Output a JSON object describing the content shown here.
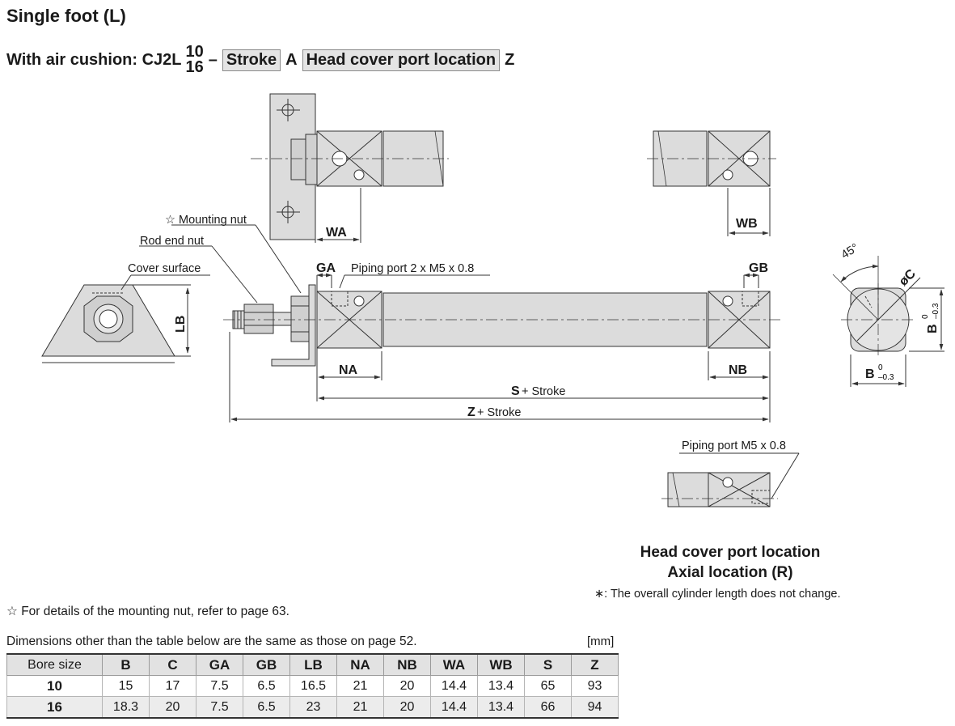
{
  "heading": {
    "title": "Single foot (L)"
  },
  "model": {
    "prefix": "With air cushion: CJ2L",
    "bore_top": "10",
    "bore_bottom": "16",
    "dash": "–",
    "stroke_box": "Stroke",
    "letter_a": "A",
    "head_box": "Head cover port location",
    "letter_z": "Z"
  },
  "callouts": {
    "mounting_nut": "☆ Mounting nut",
    "rod_end_nut": "Rod end nut",
    "cover_surface": "Cover surface",
    "piping_port_main": "Piping port 2 x M5 x 0.8",
    "piping_port_axial": "Piping port M5 x 0.8"
  },
  "dimension_labels": {
    "wa": "WA",
    "wb": "WB",
    "ga": "GA",
    "gb": "GB",
    "lb": "LB",
    "na": "NA",
    "nb": "NB",
    "s": "S",
    "z": "Z",
    "plus_stroke": " + Stroke",
    "angle": "45°",
    "dia_c": "øC",
    "b": "B",
    "tol_upper": "0",
    "tol_lower": "–0.3"
  },
  "axial_caption": {
    "line1": "Head cover port location",
    "line2": "Axial location (R)"
  },
  "notes": {
    "overall_length": "∗: The overall cylinder length does not change.",
    "mounting_nut_ref": "☆ For details of the mounting nut, refer to page 63.",
    "table_intro": "Dimensions other than the table below are the same as those on page 52.",
    "unit": "[mm]"
  },
  "dimension_table": {
    "headers": [
      "Bore size",
      "B",
      "C",
      "GA",
      "GB",
      "LB",
      "NA",
      "NB",
      "WA",
      "WB",
      "S",
      "Z"
    ],
    "rows": [
      [
        "10",
        "15",
        "17",
        "7.5",
        "6.5",
        "16.5",
        "21",
        "20",
        "14.4",
        "13.4",
        "65",
        "93"
      ],
      [
        "16",
        "18.3",
        "20",
        "7.5",
        "6.5",
        "23",
        "21",
        "20",
        "14.4",
        "13.4",
        "66",
        "94"
      ]
    ]
  },
  "colors": {
    "part_fill": "#dcdcdc",
    "line": "#333333",
    "header_fill": "#e2e2e2",
    "box_fill": "#e4e4e4"
  }
}
